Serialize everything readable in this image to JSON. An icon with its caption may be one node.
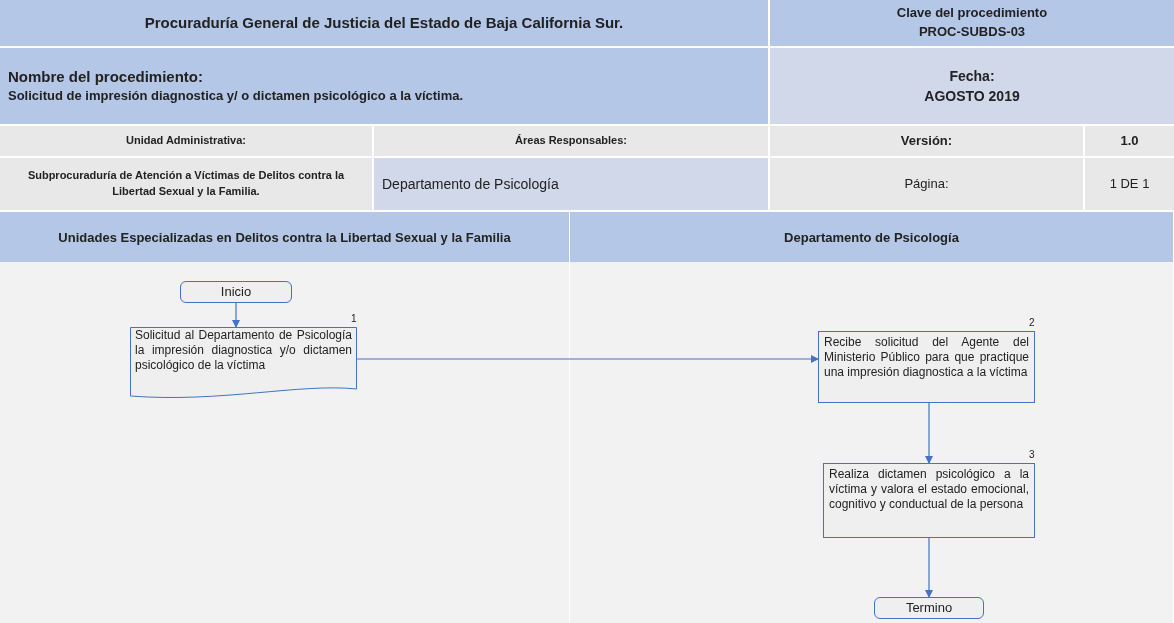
{
  "diagram": {
    "nodes": [
      {
        "text": [
          "Unidades Especializadas en Delitos contra la Libertad Sexual y la Familia"
        ]
      },
      {
        "text": [
          "Departamento de Psicología"
        ]
      },
      {
        "text": [
          "Inicio"
        ],
        "in": 0
      },
      {
        "text": [
          "Solicitud al Departamento de Psicología la impresión diagnostica y/o dictamen psicológico de la víctima"
        ],
        "in": 0,
        "beside": [
          "1"
        ]
      },
      {
        "text": [
          "Recibe solicitud del Agente del Ministerio Público para que practique una impresión diagnostica a la víctima"
        ],
        "in": 1,
        "beside": [
          "2"
        ]
      },
      {
        "text": [
          "Realiza dictamen psicológico a la víctima y valora el estado emocional, cognitivo y conductual de la persona"
        ],
        "in": 1,
        "beside": [
          "3"
        ]
      },
      {
        "text": [
          "Termino"
        ],
        "in": 1
      }
    ],
    "edges": [
      {
        "from": 2,
        "to": 3,
        "arrow": "to"
      },
      {
        "from": 3,
        "to": 4,
        "arrow": "to"
      },
      {
        "from": 4,
        "to": 5,
        "arrow": "to"
      },
      {
        "from": 5,
        "to": 6,
        "arrow": "to"
      }
    ],
    "labels": [
      "Procuraduría General de Justicia del Estado de Baja California Sur.",
      "Clave del procedimiento",
      "PROC-SUBDS-03",
      "Nombre del procedimiento:",
      "Solicitud de impresión diagnostica y/ o dictamen psicológico a la víctima.",
      "Fecha:",
      "AGOSTO 2019",
      "Unidad Administrativa:",
      "Áreas Responsables:",
      "Versión:",
      "1.0",
      "Subprocuraduría de Atención a Víctimas de Delitos contra la Libertad Sexual y la Familia.",
      "Departamento de Psicología",
      "Página:",
      "1 DE 1"
    ]
  }
}
